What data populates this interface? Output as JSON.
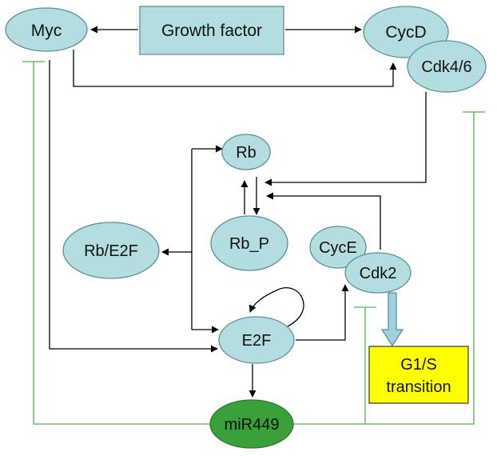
{
  "nodes": {
    "myc": "Myc",
    "growth_factor": "Growth factor",
    "cycd": "CycD",
    "cdk46": "Cdk4/6",
    "rb": "Rb",
    "rbe2f": "Rb/E2F",
    "rbp": "Rb_P",
    "cyce": "CycE",
    "cdk2": "Cdk2",
    "e2f": "E2F",
    "mir449": "miR449",
    "g1s_line1": "G1/S",
    "g1s_line2": "transition"
  },
  "colors": {
    "node_fill": "#b4dde0",
    "node_stroke": "#5b8fa0",
    "mir_fill": "#3aa03a",
    "g1s_fill": "#ffff00",
    "arrow": "#000000",
    "inhibition": "#4fb84f",
    "big_arrow_fill": "#9fd0dc"
  }
}
